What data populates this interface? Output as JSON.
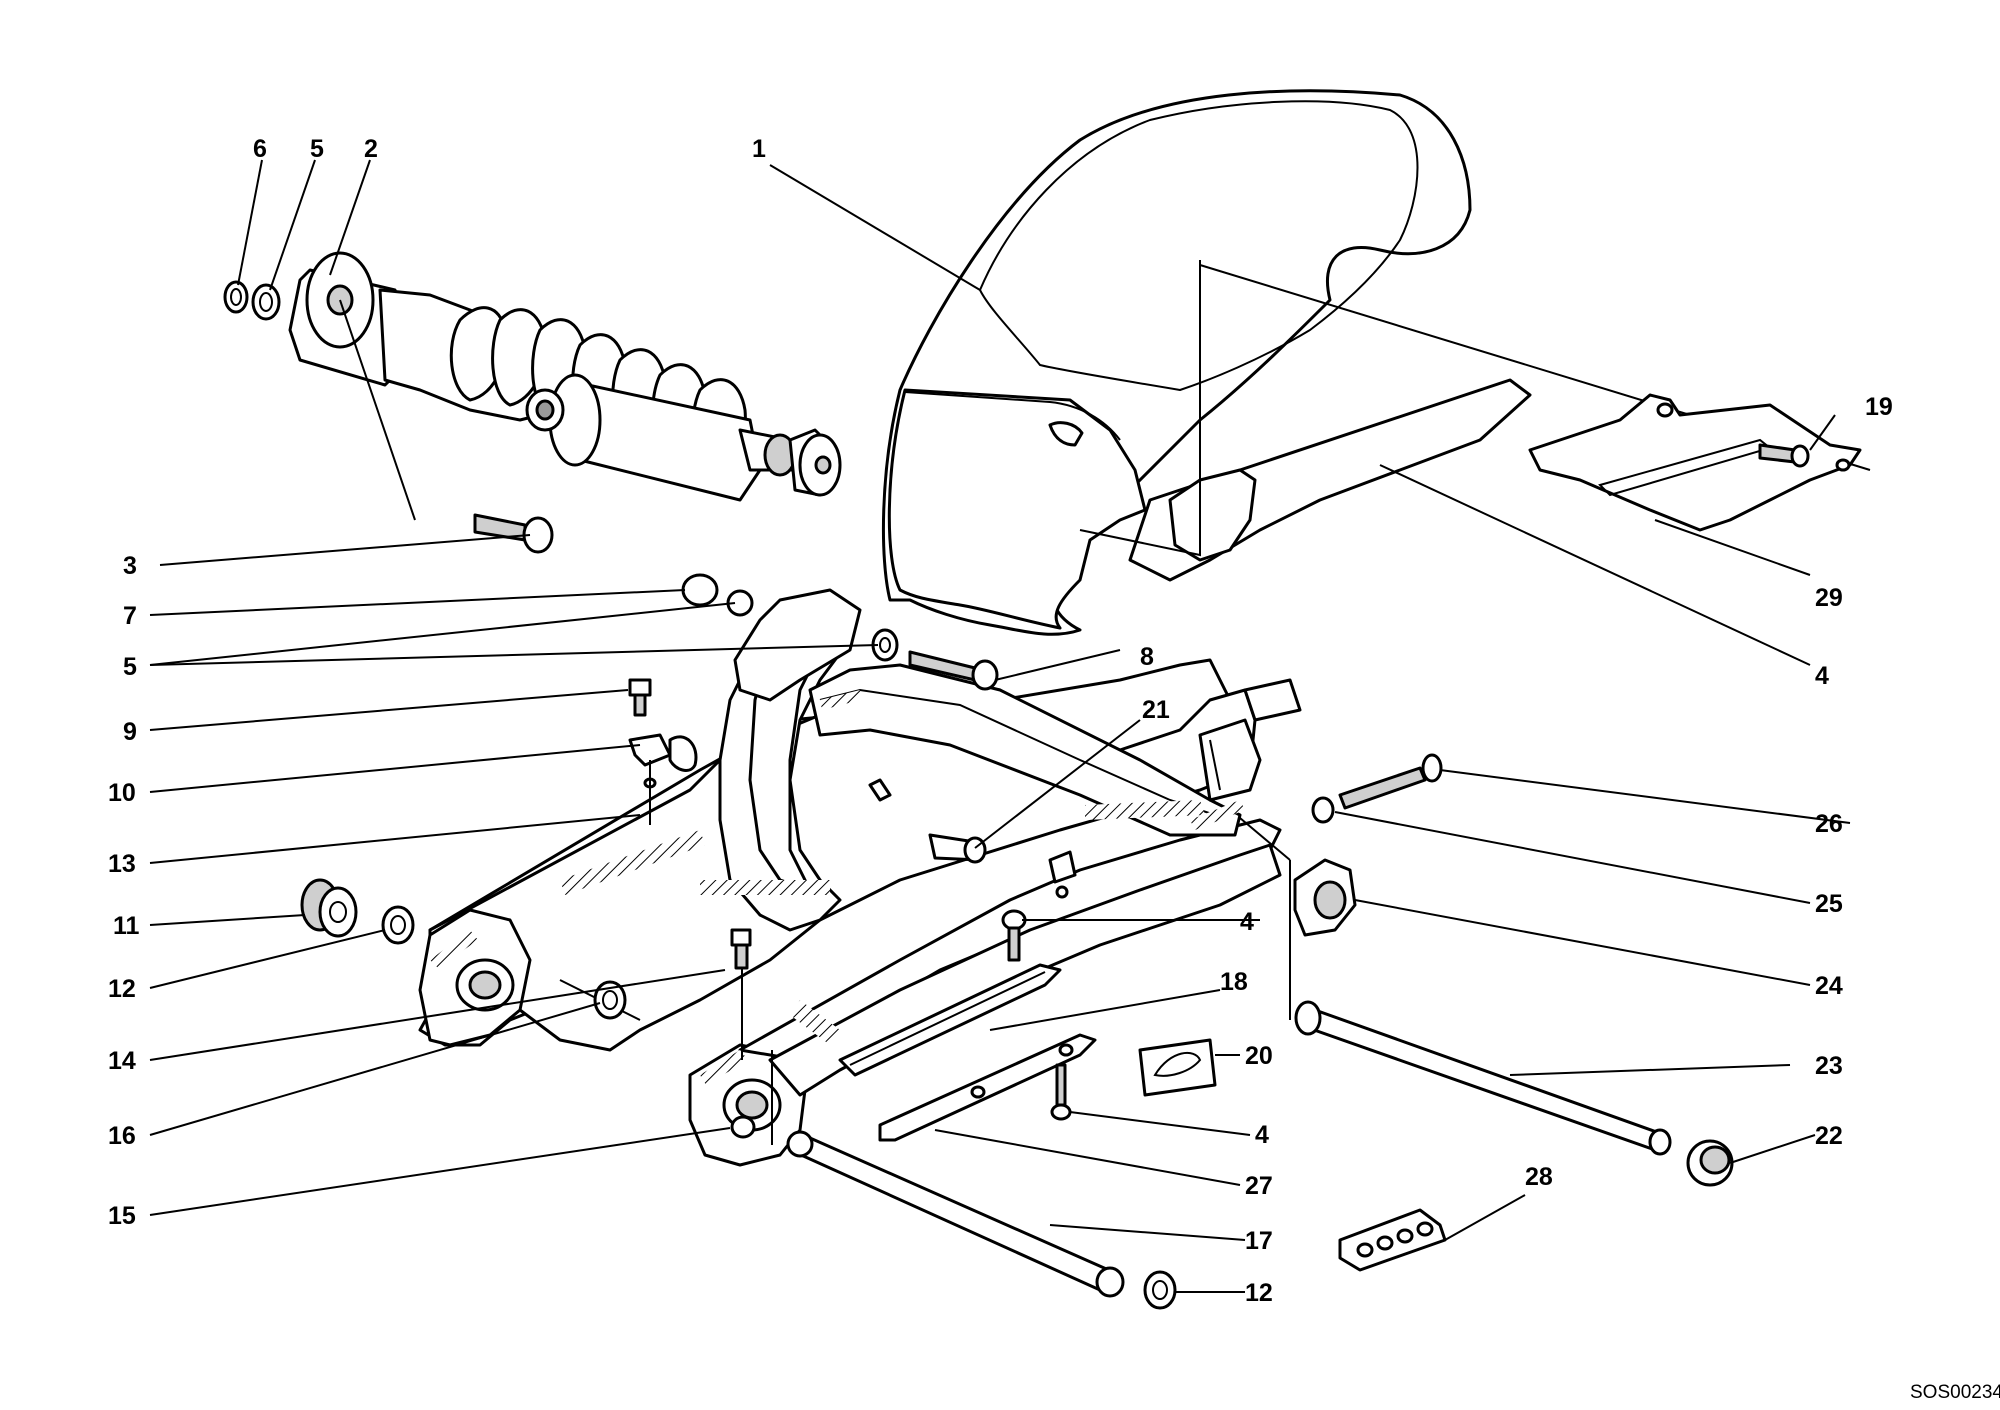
{
  "drawing": {
    "reference": "SOS00234"
  },
  "callouts": [
    {
      "id": "c1",
      "label": "1"
    },
    {
      "id": "c2",
      "label": "2"
    },
    {
      "id": "c3",
      "label": "3"
    },
    {
      "id": "c4a",
      "label": "4"
    },
    {
      "id": "c4b",
      "label": "4"
    },
    {
      "id": "c4c",
      "label": "4"
    },
    {
      "id": "c5a",
      "label": "5"
    },
    {
      "id": "c5b",
      "label": "5"
    },
    {
      "id": "c6",
      "label": "6"
    },
    {
      "id": "c7",
      "label": "7"
    },
    {
      "id": "c8",
      "label": "8"
    },
    {
      "id": "c9",
      "label": "9"
    },
    {
      "id": "c10",
      "label": "10"
    },
    {
      "id": "c11",
      "label": "11"
    },
    {
      "id": "c12a",
      "label": "12"
    },
    {
      "id": "c12b",
      "label": "12"
    },
    {
      "id": "c13",
      "label": "13"
    },
    {
      "id": "c14",
      "label": "14"
    },
    {
      "id": "c15",
      "label": "15"
    },
    {
      "id": "c16",
      "label": "16"
    },
    {
      "id": "c17",
      "label": "17"
    },
    {
      "id": "c18",
      "label": "18"
    },
    {
      "id": "c19",
      "label": "19"
    },
    {
      "id": "c20",
      "label": "20"
    },
    {
      "id": "c21",
      "label": "21"
    },
    {
      "id": "c22",
      "label": "22"
    },
    {
      "id": "c23",
      "label": "23"
    },
    {
      "id": "c24",
      "label": "24"
    },
    {
      "id": "c25",
      "label": "25"
    },
    {
      "id": "c26",
      "label": "26"
    },
    {
      "id": "c27",
      "label": "27"
    },
    {
      "id": "c28",
      "label": "28"
    },
    {
      "id": "c29",
      "label": "29"
    }
  ]
}
